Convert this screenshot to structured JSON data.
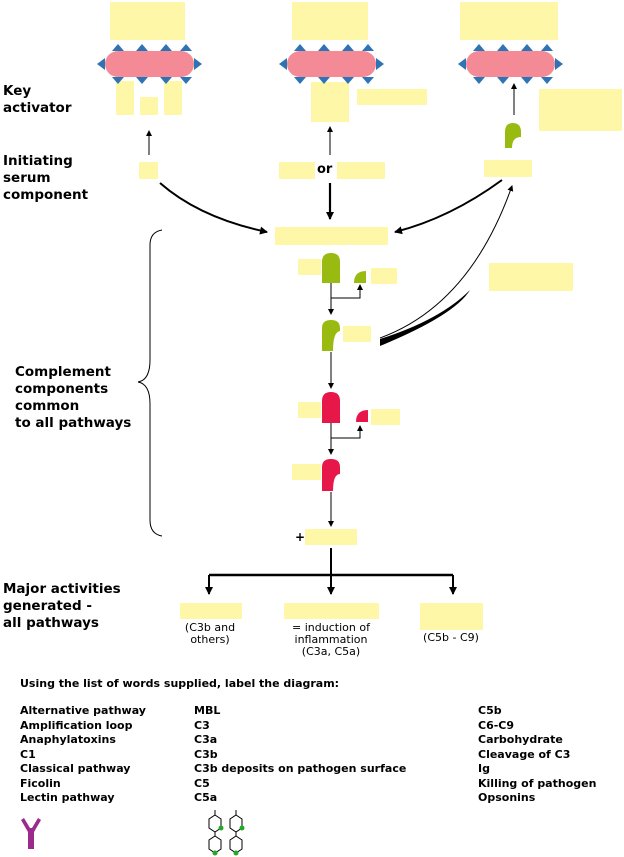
{
  "row_labels": {
    "key_activator": [
      "Key",
      "activator"
    ],
    "initiating": [
      "Initiating",
      "serum",
      "component"
    ],
    "common": [
      "Complement",
      "components",
      "common",
      "to all pathways"
    ],
    "major": [
      "Major activities",
      "generated -",
      "all pathways"
    ]
  },
  "connector_or": "or",
  "plus_sign": "+",
  "activity_notes": {
    "left": [
      "(C3b and",
      "others)"
    ],
    "middle": [
      "= induction of",
      "inflammation",
      "(C3a, C5a)"
    ],
    "right": [
      "(C5b - C9)"
    ]
  },
  "instruction": "Using the list of words supplied, label the diagram:",
  "word_list": {
    "col1": [
      "Alternative pathway",
      "Amplification loop",
      "Anaphylatoxins",
      "C1",
      "Classical pathway",
      "Ficolin",
      "Lectin pathway"
    ],
    "col2": [
      "MBL",
      "C3",
      "C3a",
      "C3b",
      "C3b deposits on pathogen surface",
      "C5",
      "C5a"
    ],
    "col3": [
      "C5b",
      "C6-C9",
      "Carbohydrate",
      "Cleavage of C3",
      "Ig",
      "Killing of pathogen",
      "Opsonins"
    ]
  },
  "colors": {
    "label_box": "#fff7a8",
    "pathogen": "#f48a96",
    "spike": "#2e74b5",
    "green_component": "#99bb11",
    "red_component": "#e8174a",
    "antibody": "#9b2a8a",
    "carb_dot": "#22aa22"
  },
  "icons": [
    "pathogen-icon",
    "antibody-icon",
    "carbohydrate-chain-icon",
    "c3-component-icon",
    "c5-component-icon"
  ]
}
